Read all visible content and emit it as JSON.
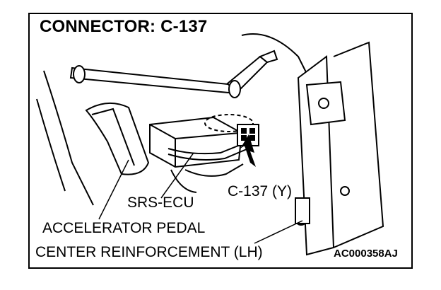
{
  "figure": {
    "title": "CONNECTOR: C-137",
    "code": "AC000358AJ"
  },
  "labels": {
    "connector": "C-137 (Y)",
    "srs_ecu": "SRS-ECU",
    "accelerator_pedal": "ACCELERATOR PEDAL",
    "center_reinforcement": "CENTER REINFORCEMENT (LH)"
  }
}
